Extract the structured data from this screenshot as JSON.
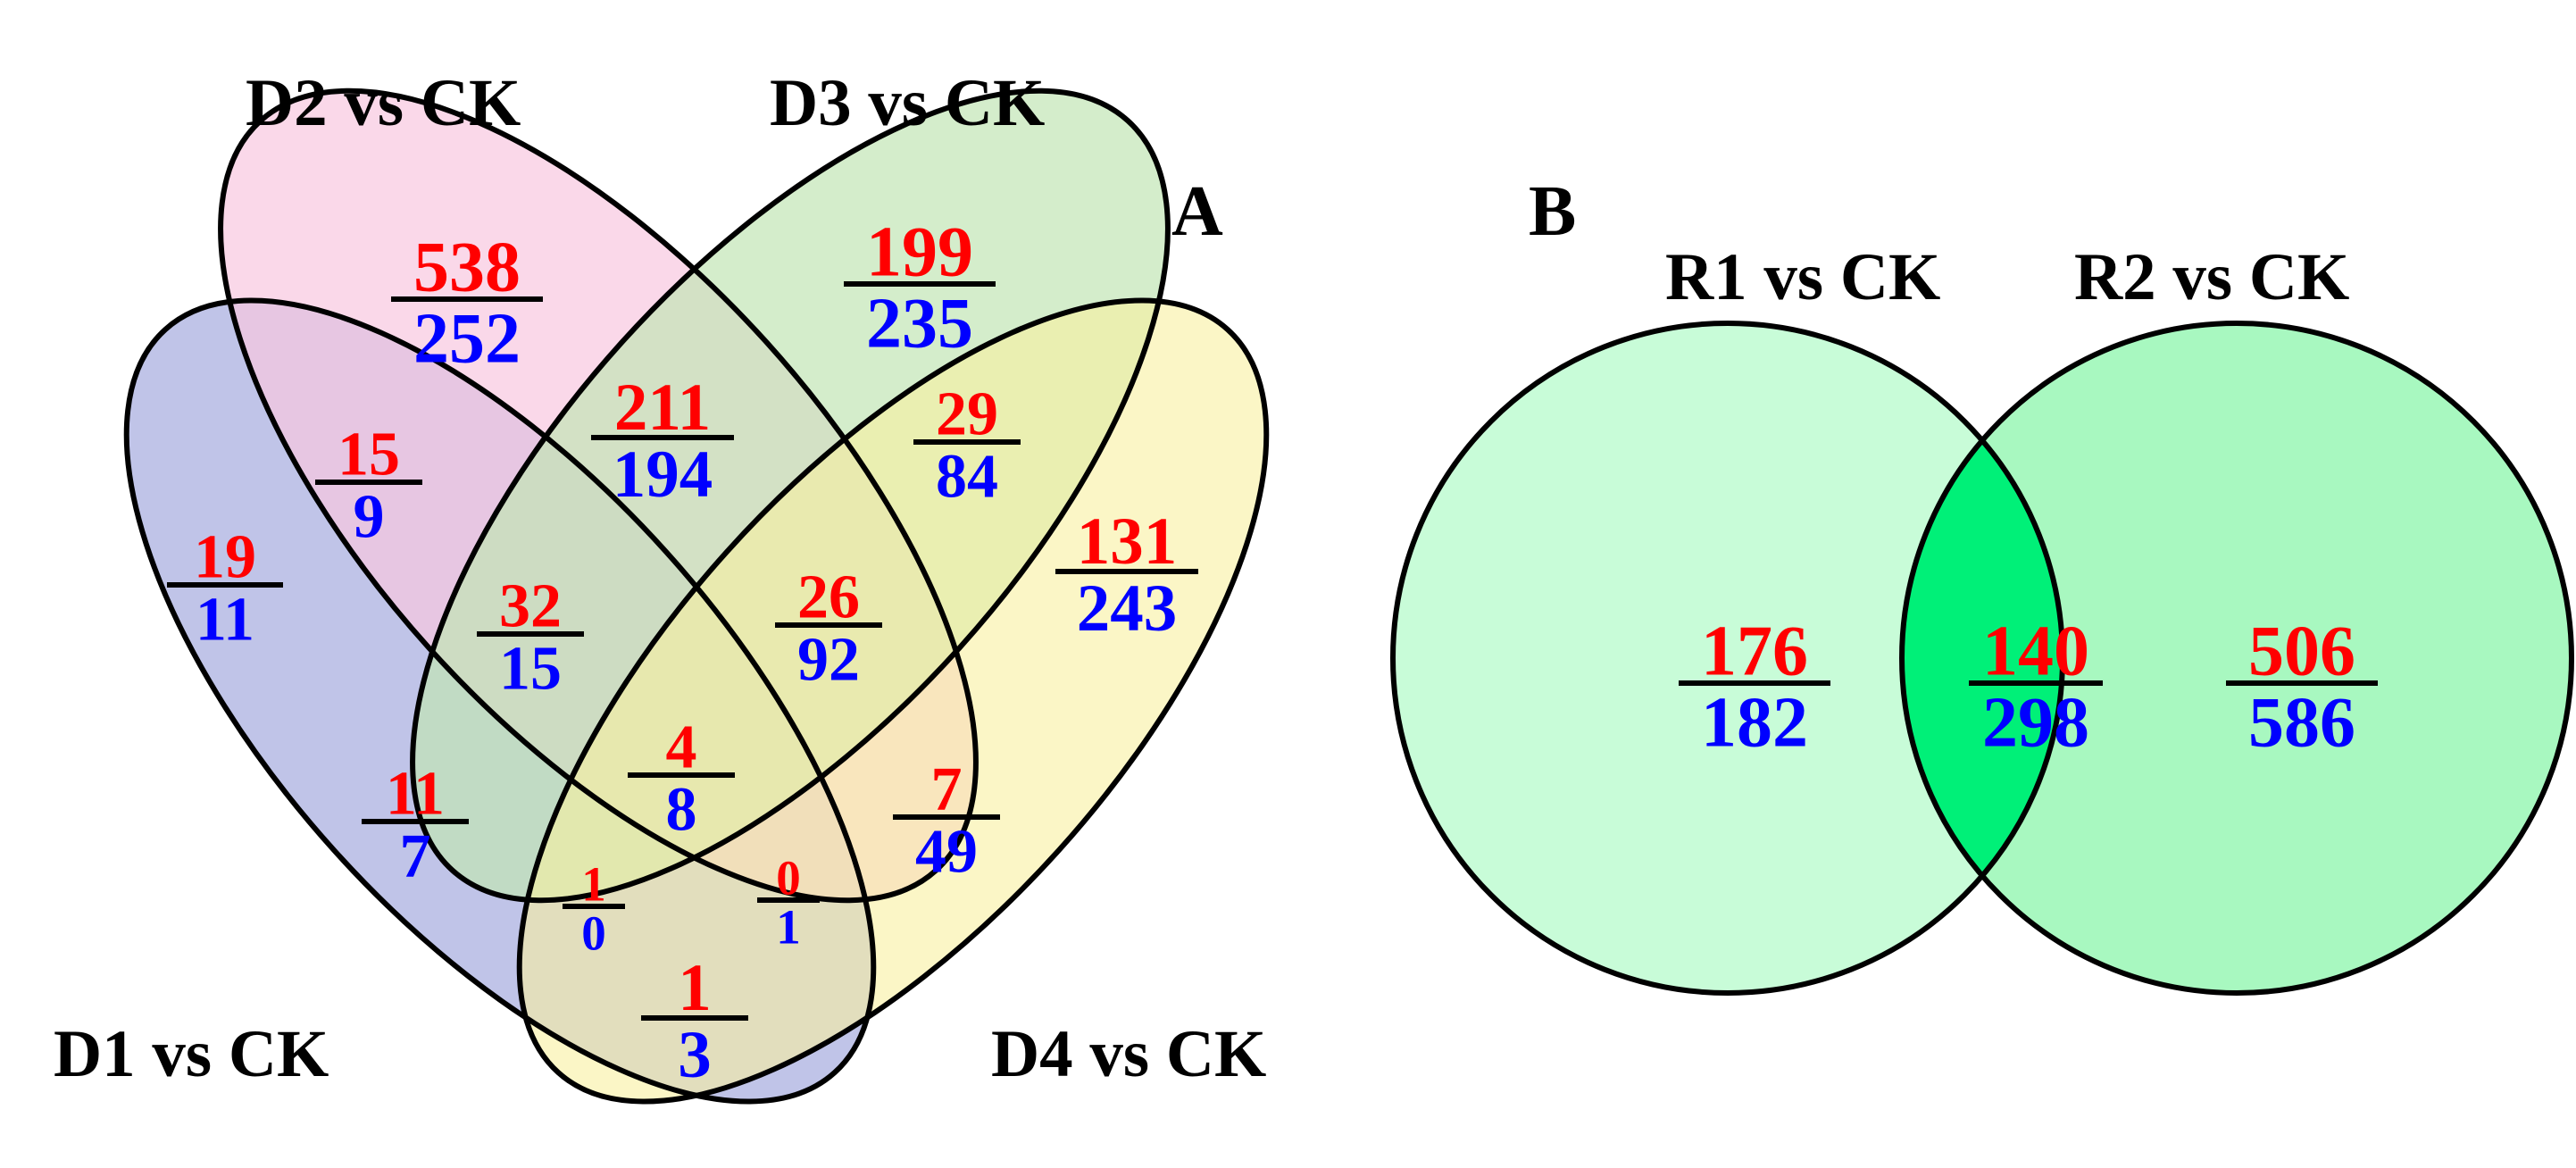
{
  "panel_a": {
    "letter": "A",
    "sets": [
      {
        "name": "D1 vs CK",
        "color": "#b5bae4"
      },
      {
        "name": "D2 vs CK",
        "color": "#f8c8e0"
      },
      {
        "name": "D3 vs CK",
        "color": "#c2e5b5"
      },
      {
        "name": "D4 vs CK",
        "color": "#f8f0a0"
      }
    ],
    "regions": [
      {
        "sets": [
          "D2"
        ],
        "up": "538",
        "down": "252"
      },
      {
        "sets": [
          "D3"
        ],
        "up": "199",
        "down": "235"
      },
      {
        "sets": [
          "D1"
        ],
        "up": "19",
        "down": "11"
      },
      {
        "sets": [
          "D4"
        ],
        "up": "131",
        "down": "243"
      },
      {
        "sets": [
          "D1",
          "D2"
        ],
        "up": "15",
        "down": "9"
      },
      {
        "sets": [
          "D2",
          "D3"
        ],
        "up": "211",
        "down": "194"
      },
      {
        "sets": [
          "D3",
          "D4"
        ],
        "up": "29",
        "down": "84"
      },
      {
        "sets": [
          "D1",
          "D2",
          "D3"
        ],
        "up": "32",
        "down": "15"
      },
      {
        "sets": [
          "D2",
          "D3",
          "D4"
        ],
        "up": "26",
        "down": "92"
      },
      {
        "sets": [
          "D1",
          "D3"
        ],
        "up": "11",
        "down": "7"
      },
      {
        "sets": [
          "D1",
          "D2",
          "D3",
          "D4"
        ],
        "up": "4",
        "down": "8"
      },
      {
        "sets": [
          "D2",
          "D4"
        ],
        "up": "7",
        "down": "49"
      },
      {
        "sets": [
          "D1",
          "D3",
          "D4"
        ],
        "up": "1",
        "down": "0"
      },
      {
        "sets": [
          "D1",
          "D2",
          "D4"
        ],
        "up": "0",
        "down": "1"
      },
      {
        "sets": [
          "D1",
          "D4"
        ],
        "up": "1",
        "down": "3"
      }
    ]
  },
  "panel_b": {
    "letter": "B",
    "sets": [
      {
        "name": "R1 vs CK",
        "color": "#c8fcd8"
      },
      {
        "name": "R2 vs CK",
        "color": "#a8f8c0"
      }
    ],
    "overlap_color": "#00f078",
    "regions": [
      {
        "sets": [
          "R1"
        ],
        "up": "176",
        "down": "182"
      },
      {
        "sets": [
          "R1",
          "R2"
        ],
        "up": "140",
        "down": "298"
      },
      {
        "sets": [
          "R2"
        ],
        "up": "506",
        "down": "586"
      }
    ]
  },
  "colors": {
    "up": "#ff0000",
    "down": "#0000ff",
    "outline": "#000000"
  }
}
